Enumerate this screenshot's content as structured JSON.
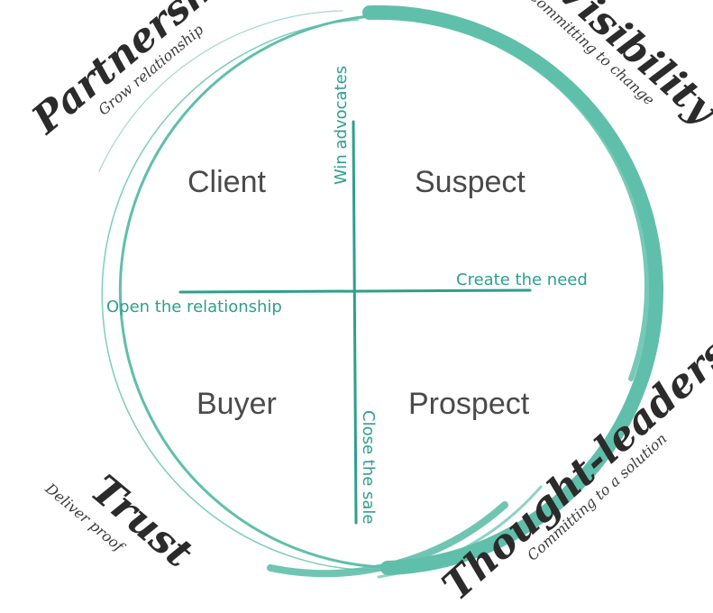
{
  "diagram": {
    "quadrants": {
      "client": "Client",
      "suspect": "Suspect",
      "buyer": "Buyer",
      "prospect": "Prospect"
    },
    "axes": {
      "win_advocates": "Win advocates",
      "create_need": "Create the need",
      "open_relationship": "Open the relationship",
      "close_sale": "Close the sale"
    },
    "corners": {
      "partnership": {
        "title": "Partnership",
        "subtitle": "Grow relationship"
      },
      "visibility": {
        "title": "Visibility",
        "subtitle": "Committing to change"
      },
      "trust": {
        "title": "Trust",
        "subtitle": "Deliver proof"
      },
      "thought_leadership": {
        "title": "Thought-leadership",
        "subtitle": "Committing to a solution"
      }
    },
    "colors": {
      "accent": "#5fbfaa",
      "accent_dark": "#2e9f8c",
      "text": "#4a4a4a",
      "ink": "#2b2b2b"
    }
  }
}
